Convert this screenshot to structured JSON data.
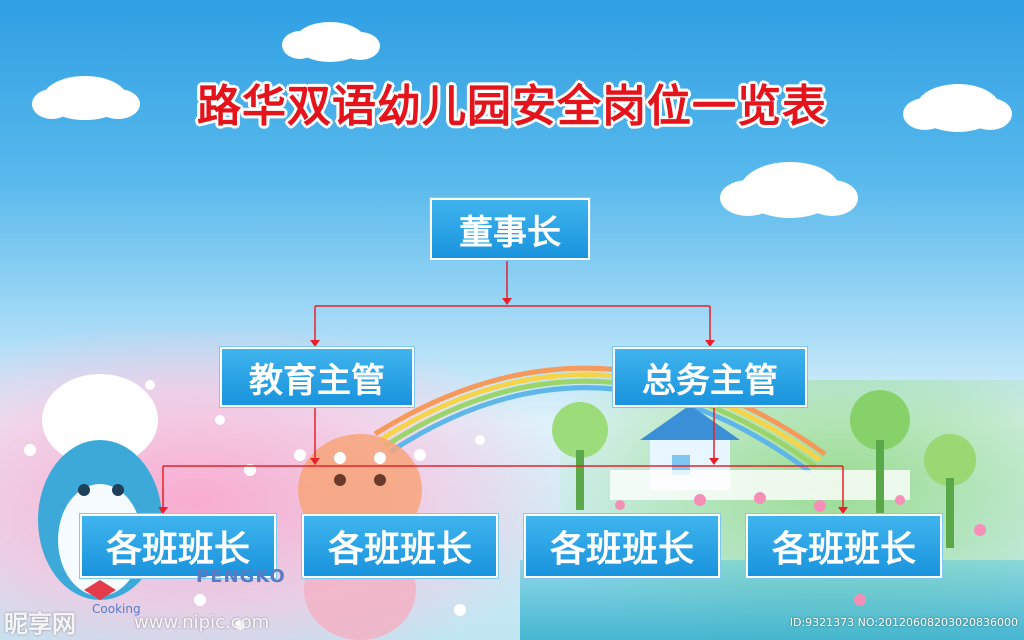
{
  "title": "路华双语幼儿园安全岗位一览表",
  "nodes": {
    "top": "董事长",
    "education": "教育主管",
    "general": "总务主管",
    "class1": "各班班长",
    "class2": "各班班长",
    "class3": "各班班长",
    "class4": "各班班长"
  },
  "decor": {
    "pengko": "PENGKO",
    "cooking": "Cooking"
  },
  "watermark": {
    "brand": "昵享网",
    "url": "www.nipic.com",
    "id": "ID:9321373 NO:20120608203020836000"
  },
  "colors": {
    "title": "#e4141c",
    "box": "#1993dd",
    "connector": "#e8202a"
  }
}
